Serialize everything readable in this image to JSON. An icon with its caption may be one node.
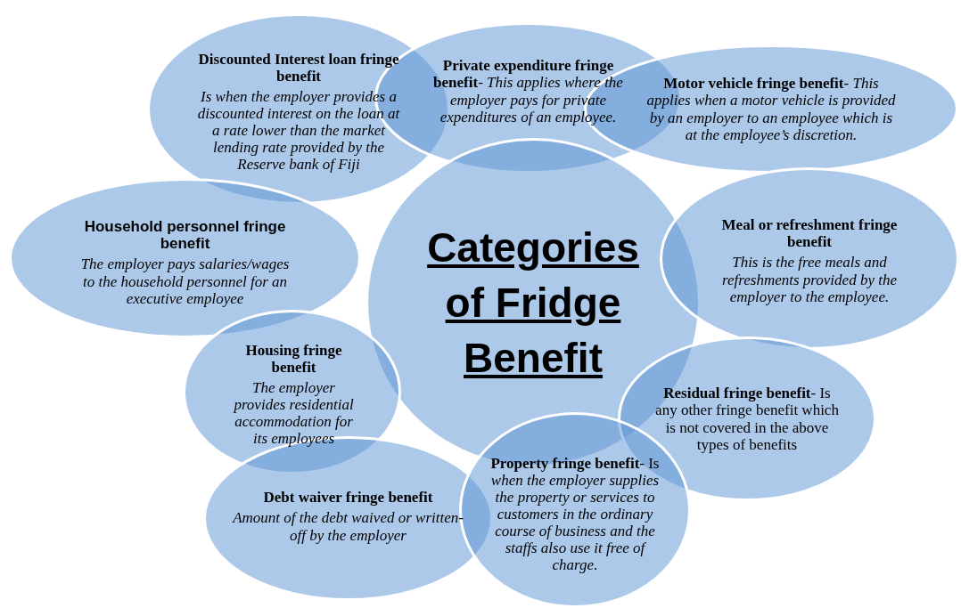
{
  "diagram": {
    "nodes": [
      {
        "text": [
          "Categories of Fridge Benefit"
        ]
      },
      {
        "text": [
          "Discounted Interest loan fringe benefit",
          "Is when the employer provides a discounted interest on the loan at a rate lower than the market lending rate provided by the Reserve bank of Fiji"
        ]
      },
      {
        "text": [
          "**Private expenditure fringe benefit**- *This applies where the employer pays for private expenditures of an employee.*"
        ]
      },
      {
        "text": [
          "**Motor vehicle fringe benefit**- *This applies when a motor vehicle is provided by an employer to an employee which is at the employee’s discretion.*"
        ]
      },
      {
        "text": [
          "Household personnel fringe benefit",
          "The employer pays salaries/wages to the household personnel for an executive employee"
        ]
      },
      {
        "text": [
          "Meal or refreshment fringe benefit",
          "This is the free meals and refreshments provided by the employer to the employee."
        ]
      },
      {
        "text": [
          "Housing fringe benefit",
          "The employer provides residential accommodation for its employees"
        ]
      },
      {
        "text": [
          "**Residual fringe benefit**- Is any other fringe benefit which is not covered in the above types of benefits"
        ]
      },
      {
        "text": [
          "Debt waiver fringe benefit",
          "Amount of the debt waived or written-off by the employer"
        ]
      },
      {
        "text": [
          "**Property fringe benefit**- Is *when the employer supplies the property or services to customers in the ordinary course of business and the staffs also use it free of charge.*"
        ]
      }
    ]
  }
}
